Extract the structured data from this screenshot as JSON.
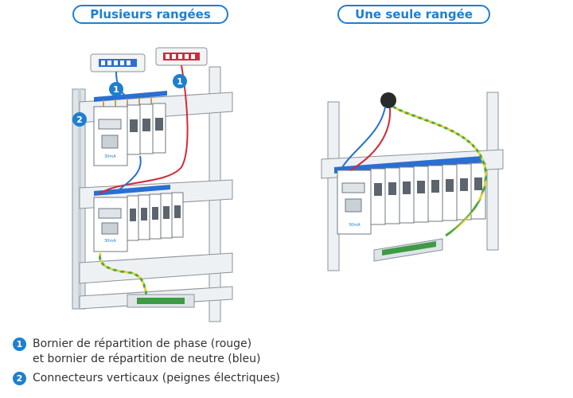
{
  "titles": {
    "left": "Plusieurs rangées",
    "right": "Une seule rangée"
  },
  "badges": {
    "one": "1",
    "two": "2"
  },
  "device_rating": "30mA",
  "legend": [
    {
      "number": "1",
      "line1": "Bornier de répartition de phase (rouge)",
      "line2": "et bornier de répartition de neutre (bleu)"
    },
    {
      "number": "2",
      "line1": "Connecteurs verticaux (peignes électriques)"
    }
  ],
  "colors": {
    "accent": "#1e7fd0",
    "phase": "#d42a3a",
    "neutral": "#2a6fd1",
    "earth_yellow": "#e8d23a",
    "earth_green": "#4aa84a"
  }
}
